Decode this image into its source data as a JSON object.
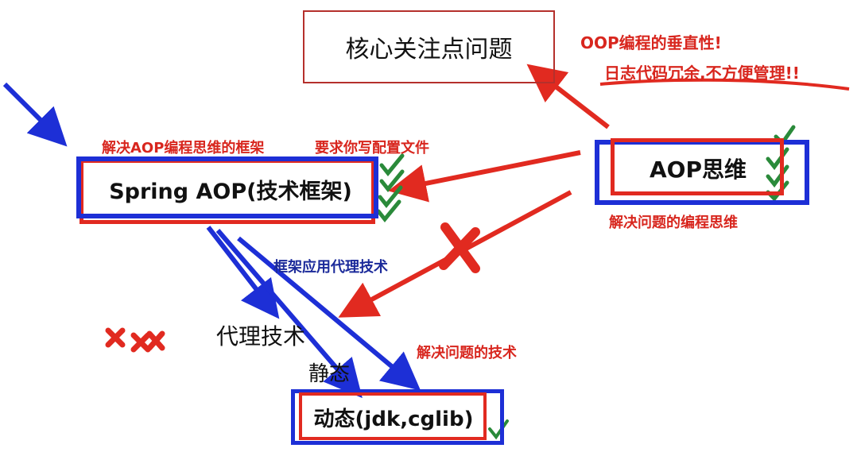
{
  "nodes": {
    "core_concern": "核心关注点问题",
    "aop_thinking": "AOP思维",
    "spring_aop": "Spring AOP(技术框架)",
    "proxy_tech": "代理技术",
    "static": "静态",
    "dynamic": "动态(jdk,cglib)"
  },
  "annotations": {
    "oop_vertical": "OOP编程的垂直性!",
    "log_redundant": "日志代码冗余,不方便管理!!",
    "framework_solves": "解决AOP编程思维的框架",
    "requires_config": "要求你写配置文件",
    "problem_thinking": "解决问题的编程思维",
    "framework_uses_proxy": "框架应用代理技术",
    "problem_technique": "解决问题的技术"
  },
  "colors": {
    "red": "#e12a20",
    "blue": "#1d2fd6",
    "green": "#2a8a3a",
    "text": "#111111"
  }
}
